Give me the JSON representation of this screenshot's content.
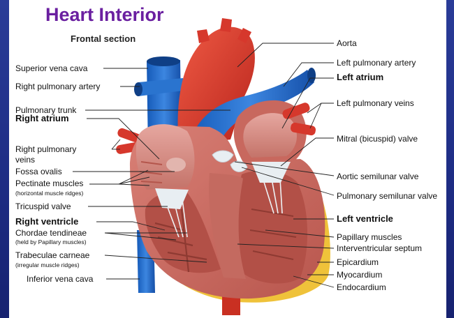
{
  "title": "Heart Interior",
  "subtitle": "Frontal section",
  "left_labels": {
    "superior_vena_cava": "Superior vena cava",
    "right_pulmonary_artery": "Right pulmonary artery",
    "pulmonary_trunk": "Pulmonary trunk",
    "right_atrium": "Right atrium",
    "right_pulmonary_veins_1": "Right pulmonary",
    "right_pulmonary_veins_2": "veins",
    "fossa_ovalis": "Fossa ovalis",
    "pectinate_muscles": "Pectinate muscles",
    "pectinate_note": "(horizontal muscle ridges)",
    "tricuspid_valve": "Tricuspid valve",
    "right_ventricle": "Right ventricle",
    "chordae_tendineae": "Chordae tendineae",
    "chordae_note": "(held by Papillary muscles)",
    "trabeculae_carneae": "Trabeculae carneae",
    "trabeculae_note": "(irregular muscle ridges)",
    "inferior_vena_cava": "Inferior vena cava"
  },
  "right_labels": {
    "aorta": "Aorta",
    "left_pulmonary_artery": "Left pulmonary artery",
    "left_atrium": "Left atrium",
    "left_pulmonary_veins": "Left pulmonary veins",
    "mitral_valve": "Mitral (bicuspid) valve",
    "aortic_semilunar_valve": "Aortic semilunar valve",
    "pulmonary_semilunar_valve": "Pulmonary semilunar valve",
    "left_ventricle": "Left ventricle",
    "papillary_muscles": "Papillary muscles",
    "interventricular_septum": "Interventricular septum",
    "epicardium": "Epicardium",
    "myocardium": "Myocardium",
    "endocardium": "Endocardium"
  },
  "colors": {
    "title": "#6a1fa0",
    "vein_blue": "#1f66c4",
    "artery_red": "#d6382c",
    "myocardium": "#c8685e",
    "fat_yellow": "#efc23a",
    "valve_white": "#e8eef2"
  }
}
